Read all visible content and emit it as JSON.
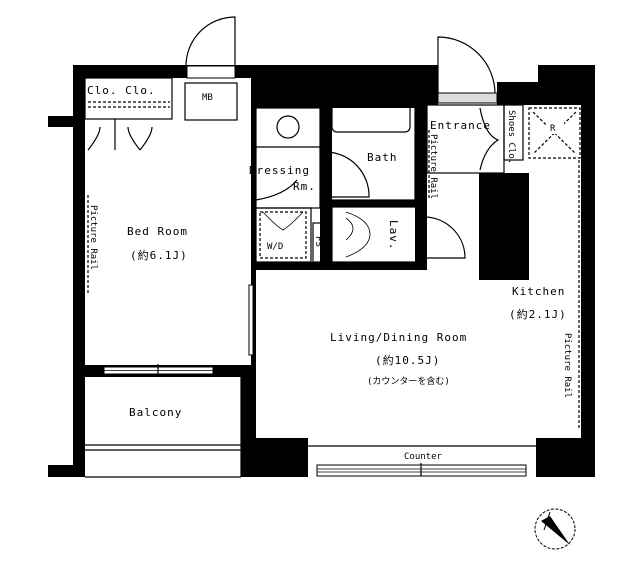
{
  "rooms": {
    "closets": "Clo. Clo.",
    "meter_box": "MB",
    "entrance": "Entrance",
    "shoes_closet": "Shoes Clo.",
    "refrigerator": "R",
    "bath": "Bath",
    "dressing": "Dressing",
    "dressing_rm": "Rm.",
    "washer_dryer": "W/D",
    "pipe_space": "PS",
    "lavatory": "Lav.",
    "bedroom": "Bed Room",
    "bedroom_size": "(約6.1J)",
    "kitchen": "Kitchen",
    "kitchen_size": "(約2.1J)",
    "living": "Living/Dining Room",
    "living_size": "(約10.5J)",
    "living_note": "(カウンターを含む)",
    "balcony": "Balcony",
    "counter": "Counter"
  },
  "picture_rail": "Picture Rail",
  "compass_icon": "north-arrow-icon"
}
